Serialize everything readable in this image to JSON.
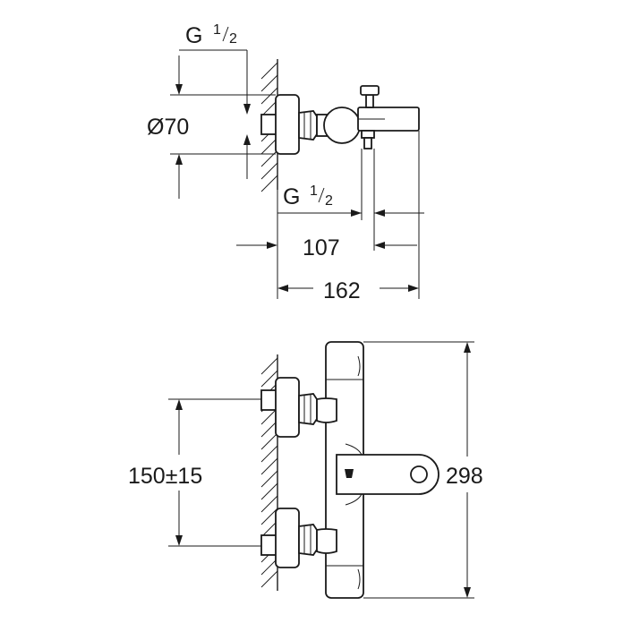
{
  "side_view": {
    "thread_top": {
      "main": "G",
      "num": "1",
      "den": "2"
    },
    "thread_spout": {
      "main": "G",
      "num": "1",
      "den": "2"
    },
    "diameter": "Ø70",
    "depth_spout": "107",
    "depth_total": "162"
  },
  "front_view": {
    "inlet_spacing": "150±15",
    "height": "298"
  },
  "colors": {
    "ink": "#1a1a1a",
    "background": "#ffffff"
  }
}
